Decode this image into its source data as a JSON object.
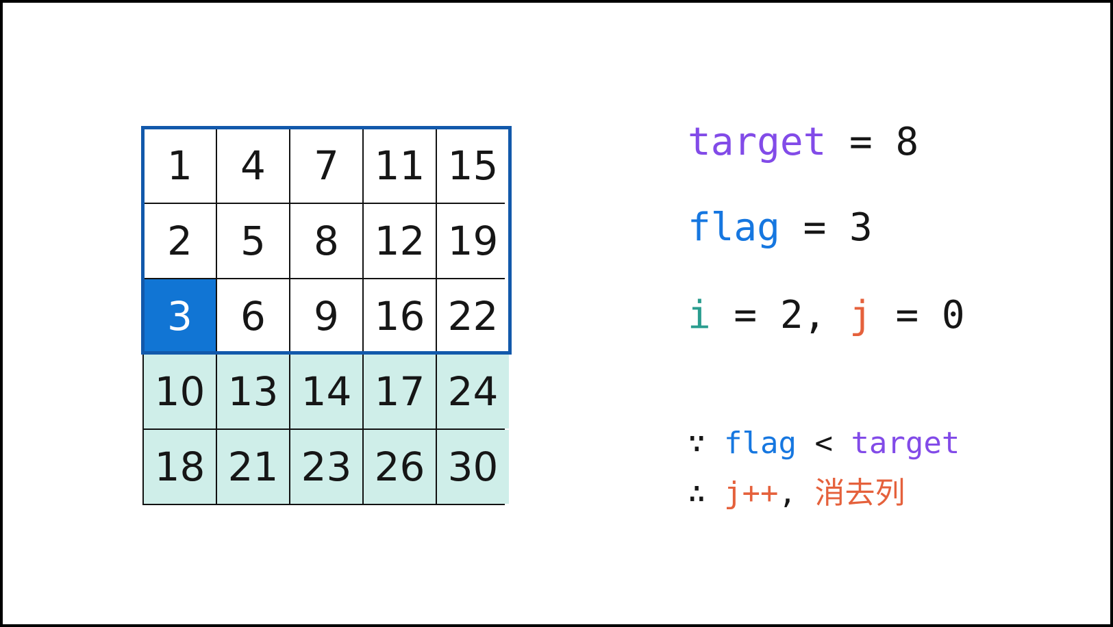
{
  "figure": {
    "description_colors": {
      "highlight_blue": "#1175d4",
      "active_border_blue": "#1259ab",
      "shaded_teal": "#cfeee9",
      "purple": "#824be8",
      "blue": "#1677e0",
      "teal": "#2a9d8f",
      "orange": "#e5613c"
    }
  },
  "matrix": {
    "rows": [
      [
        "1",
        "4",
        "7",
        "11",
        "15"
      ],
      [
        "2",
        "5",
        "8",
        "12",
        "19"
      ],
      [
        "3",
        "6",
        "9",
        "16",
        "22"
      ],
      [
        "10",
        "13",
        "14",
        "17",
        "24"
      ],
      [
        "18",
        "21",
        "23",
        "26",
        "30"
      ]
    ],
    "highlight_cell": {
      "row": 2,
      "col": 0,
      "value": "3"
    },
    "shaded_rows": [
      3,
      4
    ],
    "active_border_rows": [
      0,
      1,
      2
    ]
  },
  "panel": {
    "target_line": {
      "name": "target",
      "rest": " = 8"
    },
    "flag_line": {
      "name": "flag",
      "rest": " = 3"
    },
    "ij_line": {
      "i": "i",
      "i_rest": " = 2, ",
      "j": "j",
      "j_rest": " = 0"
    },
    "because_line": {
      "sym": "∵ ",
      "flag": "flag",
      "op": " < ",
      "target": "target"
    },
    "therefore_line": {
      "sym": "∴ ",
      "incr": "j++",
      "comma": ", ",
      "action": "消去列"
    }
  }
}
